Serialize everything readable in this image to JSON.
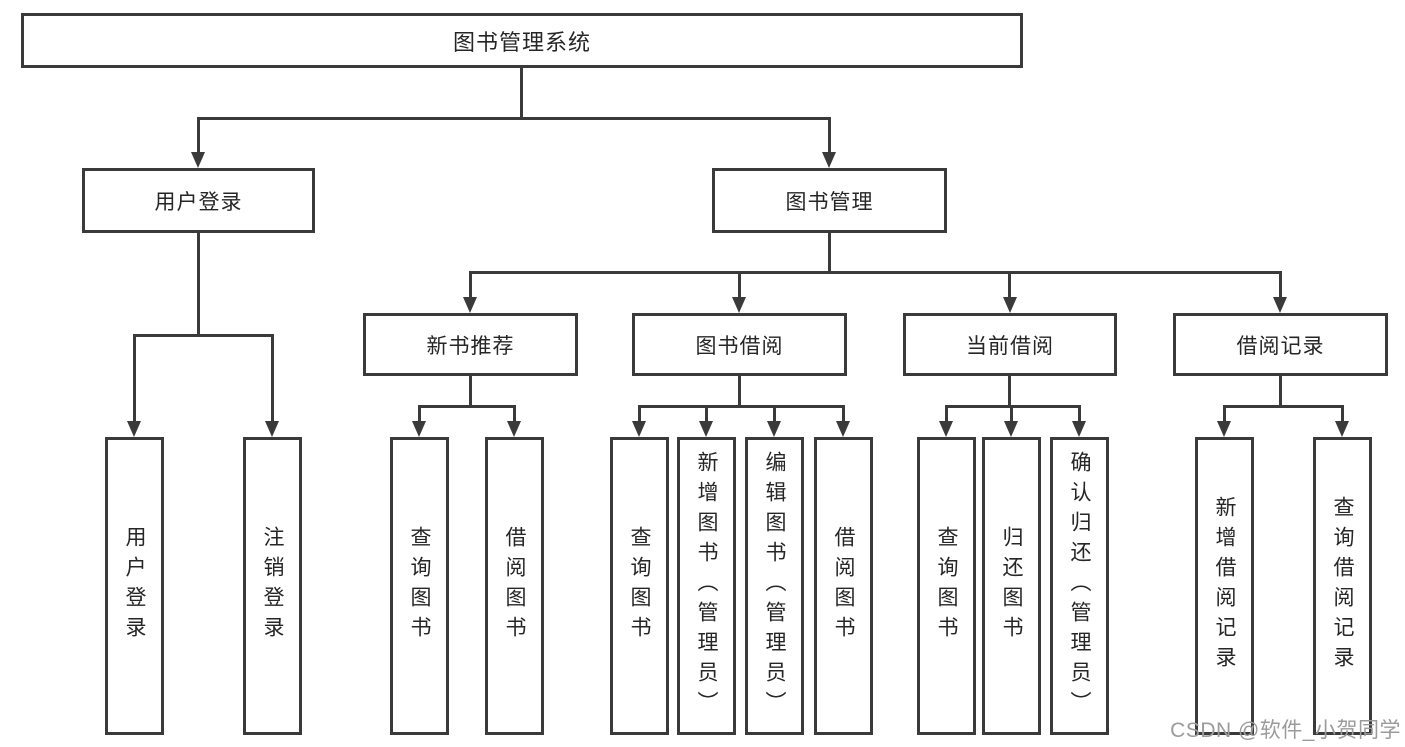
{
  "tree": {
    "label": "图书管理系统",
    "children": [
      {
        "label": "用户登录",
        "children": [
          {
            "label": "用户登录"
          },
          {
            "label": "注销登录"
          }
        ]
      },
      {
        "label": "图书管理",
        "children": [
          {
            "label": "新书推荐",
            "children": [
              {
                "label": "查询图书"
              },
              {
                "label": "借阅图书"
              }
            ]
          },
          {
            "label": "图书借阅",
            "children": [
              {
                "label": "查询图书"
              },
              {
                "label": "新增图书（管理员）"
              },
              {
                "label": "编辑图书（管理员）"
              },
              {
                "label": "借阅图书"
              }
            ]
          },
          {
            "label": "当前借阅",
            "children": [
              {
                "label": "查询图书"
              },
              {
                "label": "归还图书"
              },
              {
                "label": "确认归还（管理员）"
              }
            ]
          },
          {
            "label": "借阅记录",
            "children": [
              {
                "label": "新增借阅记录"
              },
              {
                "label": "查询借阅记录"
              }
            ]
          }
        ]
      }
    ]
  },
  "watermark": "CSDN @软件_小贺同学",
  "colors": {
    "line": "#3a3a3a",
    "text": "#262626",
    "watermark": "#9b9b9b",
    "background": "#ffffff"
  }
}
